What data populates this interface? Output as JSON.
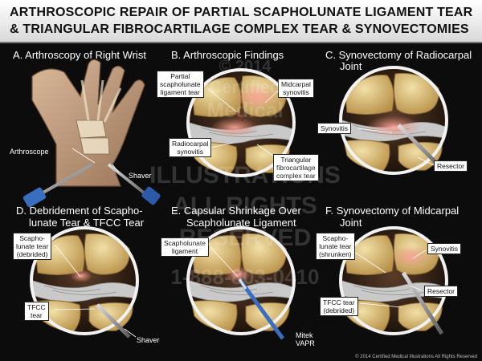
{
  "title": {
    "line1": "ARTHROSCOPIC REPAIR OF PARTIAL SCAPHOLUNATE LIGAMENT TEAR",
    "line2": "& TRIANGULAR  FIBROCARTILAGE COMPLEX TEAR & SYNOVECTOMIES"
  },
  "panels": {
    "a": {
      "title": "A. Arthroscopy of Right Wrist",
      "labels": {
        "arthroscope": "Arthroscope",
        "shaver": "Shaver"
      }
    },
    "b": {
      "title": "B. Arthroscopic Findings",
      "labels": {
        "partial": "Partial\nscapholunate\nligament tear",
        "midcarpal": "Midcarpal\nsynovitis",
        "radiocarpal": "Radiocarpal\nsynovitis",
        "tfcc": "Triangular\nfibrocartilage\ncomplex tear"
      }
    },
    "c": {
      "title1": "C. Synovectomy of Radiocarpal",
      "title2": "Joint",
      "labels": {
        "synovitis": "Synovitis",
        "resector": "Resector"
      }
    },
    "d": {
      "title1": "D. Debridement of Scapho-",
      "title2": "lunate Tear & TFCC Tear",
      "labels": {
        "sl": "Scapho-\nlunate tear\n(debrided)",
        "tfcc": "TFCC\ntear",
        "shaver": "Shaver"
      }
    },
    "e": {
      "title1": "E. Capsular Shrinkage Over",
      "title2": "Scapholunate Ligament",
      "labels": {
        "sl": "Scapholunate\nligament",
        "mitek": "Mitek\nVAPR"
      }
    },
    "f": {
      "title1": "F. Synovectomy of Midcarpal",
      "title2": "Joint",
      "labels": {
        "sl": "Scapho-\nlunate tear\n(shrunken)",
        "synovitis": "Synovitis",
        "resector": "Resector",
        "tfcc": "TFCC tear\n(debrided)"
      }
    }
  },
  "watermark": {
    "line1": "© 2014",
    "line2": "Certified",
    "line3": "Medical",
    "line4": "ILLUSTRATIONS",
    "line5": "ALL RIGHTS",
    "line6": "RESERVED",
    "line7": "1-888-803-0410"
  },
  "copyright": "© 2014 Certified Medical Illustrations All Rights Reserved",
  "colors": {
    "background": "#0c0c0c",
    "bone": "#e2c77e",
    "synovitis": "#e88a7a",
    "ligament": "#c9c9c9",
    "instrument": "#8a8a8a"
  }
}
